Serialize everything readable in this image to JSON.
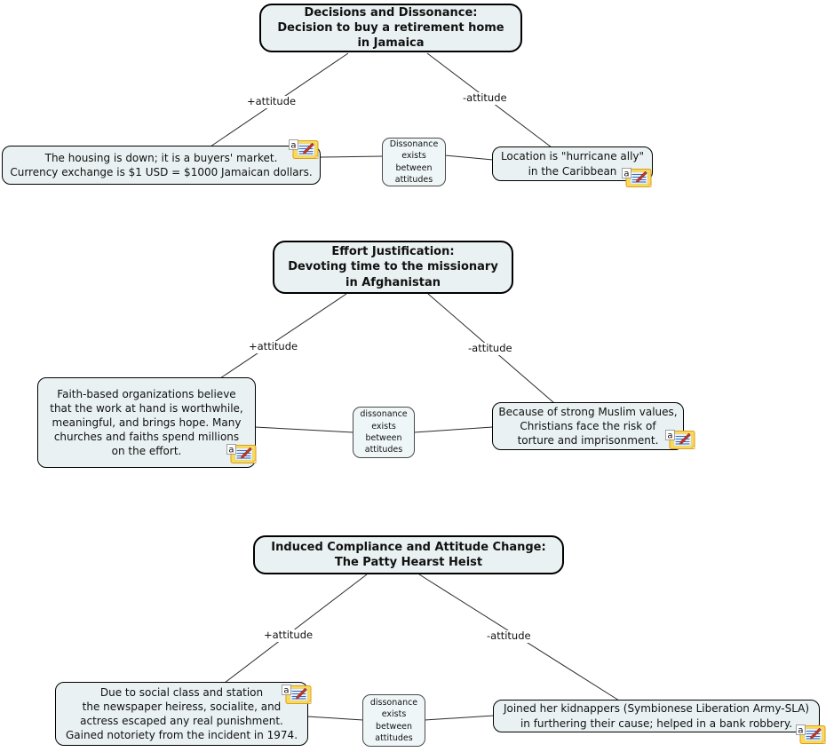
{
  "colors": {
    "background": "#ffffff",
    "node_fill": "#e9f1f2",
    "node_border": "#000000",
    "center_node_fill": "#eff6f7",
    "center_node_border": "#4a4a4a",
    "connector_line": "#2a2a2a",
    "annotation_note_fill": "#fbda57",
    "annotation_note_border": "#d99e22",
    "annotation_paper_lines": "#3a6ebf",
    "annotation_pencil": "#c0392b"
  },
  "icons": {
    "annotation_label": "a"
  },
  "clusters": [
    {
      "title": "Decisions and Dissonance:\nDecision to buy a retirement home\nin Jamaica",
      "positive_label": "+attitude",
      "negative_label": "-attitude",
      "left_node": "The housing is down; it is a buyers' market.\nCurrency exchange is $1 USD = $1000 Jamaican dollars.",
      "center_node": "Dissonance\nexists\nbetween\nattitudes",
      "right_node": "Location is \"hurricane ally\"\nin the Caribbean"
    },
    {
      "title": "Effort Justification:\nDevoting time to the missionary\nin Afghanistan",
      "positive_label": "+attitude",
      "negative_label": "-attitude",
      "left_node": "Faith-based organizations believe\nthat the work at hand is worthwhile,\nmeaningful, and brings hope. Many\nchurches and faiths spend millions\non the effort.",
      "center_node": "dissonance\nexists\nbetween\nattitudes",
      "right_node": "Because of strong Muslim values,\nChristians face the risk of\ntorture and imprisonment."
    },
    {
      "title": "Induced Compliance and Attitude Change:\nThe Patty Hearst Heist",
      "positive_label": "+attitude",
      "negative_label": "-attitude",
      "left_node": "Due to social class and station\nthe newspaper heiress, socialite, and\nactress escaped any real punishment.\nGained notoriety from the incident in 1974.",
      "center_node": "dissonance\nexists\nbetween\nattitudes",
      "right_node": "Joined her kidnappers (Symbionese Liberation Army-SLA)\nin furthering their cause; helped in a bank robbery."
    }
  ]
}
